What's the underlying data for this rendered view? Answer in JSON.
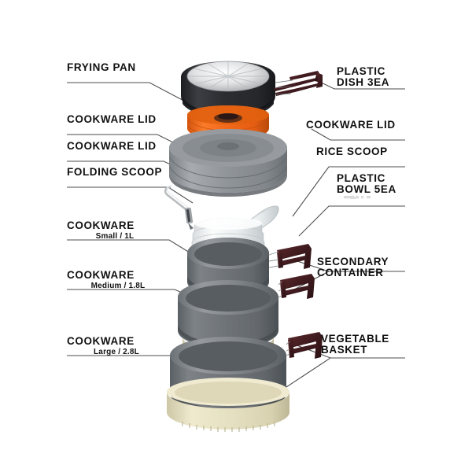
{
  "diagram": {
    "title": "Exploded view of nesting camp cookware set",
    "background_color": "#ffffff",
    "colors": {
      "label_text": "#111111",
      "leader_line": "#4d4d4d",
      "pan_body": "#2e2f33",
      "pan_metal_light": "#f2f2f2",
      "pan_metal_dark": "#9a9a9e",
      "lid_orange": "#f26a1b",
      "lid_orange_dark": "#c8500f",
      "pot_gray": "#6f7479",
      "pot_gray_dark": "#53585d",
      "lid_gray": "#8d9195",
      "basket_cream": "#e7e2c4",
      "basket_cream_dark": "#cfc8a4",
      "handle_maroon": "#4a1f23",
      "plastic_white": "#f4f6f6",
      "plastic_shadow": "#c8cdd0"
    }
  },
  "labels_left": [
    {
      "id": "frying-pan",
      "main": "FRYING PAN",
      "sub": ""
    },
    {
      "id": "cookware-lid-1",
      "main": "COOKWARE LID",
      "sub": ""
    },
    {
      "id": "cookware-lid-2",
      "main": "COOKWARE LID",
      "sub": ""
    },
    {
      "id": "folding-scoop",
      "main": "FOLDING SCOOP",
      "sub": ""
    },
    {
      "id": "cookware-small",
      "main": "COOKWARE",
      "sub": "Small / 1L"
    },
    {
      "id": "cookware-medium",
      "main": "COOKWARE",
      "sub": "Medium / 1.8L"
    },
    {
      "id": "cookware-large",
      "main": "COOKWARE",
      "sub": "Large / 2.8L"
    }
  ],
  "labels_right": [
    {
      "id": "plastic-dish",
      "line1": "PLASTIC",
      "line2": "DISH 3EA"
    },
    {
      "id": "cookware-lid-right",
      "line1": "COOKWARE LID",
      "line2": ""
    },
    {
      "id": "rice-scoop",
      "line1": "RICE SCOOP",
      "line2": ""
    },
    {
      "id": "plastic-bowl",
      "line1": "PLASTIC",
      "line2": "BOWL 5EA"
    },
    {
      "id": "secondary-container",
      "line1": "SECONDARY",
      "line2": "CONTAINER"
    },
    {
      "id": "vegetable-basket",
      "line1": "VEGETABLE",
      "line2": "BASKET"
    }
  ]
}
